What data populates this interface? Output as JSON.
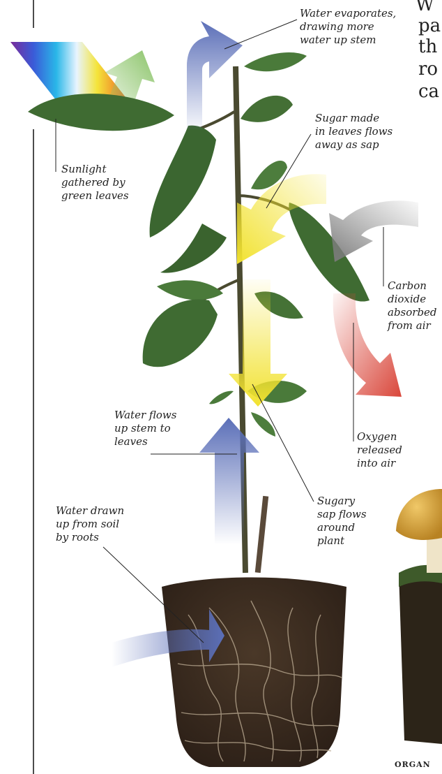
{
  "labels": {
    "evaporation": [
      "Water evaporates,",
      "drawing more",
      "water up stem"
    ],
    "sunlight": [
      "Sunlight",
      "gathered by",
      "green leaves"
    ],
    "sugar_made": [
      "Sugar made",
      "in leaves flows",
      "away as sap"
    ],
    "carbon_dioxide": [
      "Carbon",
      "dioxide",
      "absorbed",
      "from air"
    ],
    "oxygen": [
      "Oxygen",
      "released",
      "into air"
    ],
    "water_up_stem": [
      "Water flows",
      "up stem to",
      "leaves"
    ],
    "sugary_sap": [
      "Sugary",
      "sap flows",
      "around",
      "plant"
    ],
    "water_from_soil": [
      "Water drawn",
      "up from soil",
      "by roots"
    ]
  },
  "body_text_fragments": [
    "W",
    "pa",
    "th",
    "ro",
    "ca"
  ],
  "caption": "ORGAN",
  "colors": {
    "water_arrow": "#5b6fb8",
    "sugar_arrow": "#f2e230",
    "oxygen_arrow": "#d9463a",
    "co2_arrow": "#8a8a8a",
    "sunlight_out_arrow": "#8cc46a",
    "leaf": "#3f6b32",
    "stem": "#4a4a30",
    "soil": "#3b2c22",
    "mushroom_cap": "#d8a640"
  }
}
